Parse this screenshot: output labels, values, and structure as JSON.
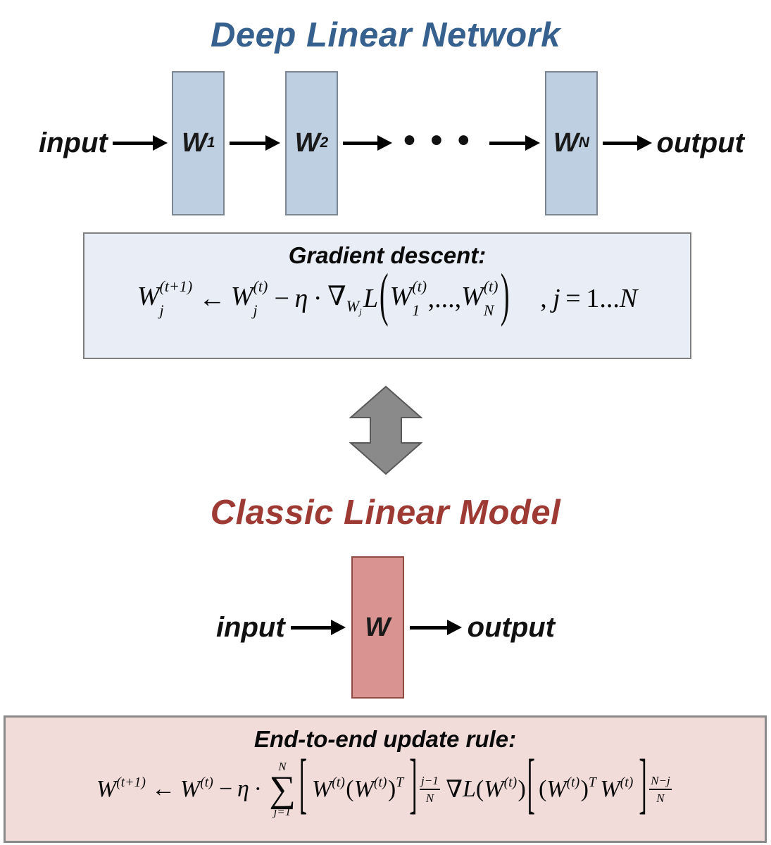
{
  "deep_section": {
    "title": "Deep Linear Network",
    "title_color": "#36618e",
    "input_label": "input",
    "output_label": "output",
    "layers": [
      {
        "base": "W",
        "sub": "1"
      },
      {
        "base": "W",
        "sub": "2"
      },
      {
        "base": "W",
        "sub": "N"
      }
    ],
    "ellipsis": "•••",
    "box_fill": "#bfcfe2",
    "box_border": "#7b8793"
  },
  "gradient_box": {
    "title": "Gradient descent:",
    "fill": "#e9edf5",
    "border": "#808080",
    "equation": [
      {
        "t": "ss",
        "b": "W",
        "sup": "(t+1)",
        "sub": "j"
      },
      {
        "t": "o",
        "v": "←"
      },
      {
        "t": "ss",
        "b": "W",
        "sup": "(t)",
        "sub": "j"
      },
      {
        "t": "o",
        "v": "−"
      },
      {
        "t": "v",
        "v": "η"
      },
      {
        "t": "o",
        "v": "·"
      },
      {
        "t": "ss",
        "b": "∇",
        "up": true,
        "sub": [
          {
            "t": "ss",
            "b": "W",
            "sub": "j"
          }
        ]
      },
      {
        "t": "v",
        "v": "L"
      },
      {
        "t": "big",
        "v": "(",
        "sy": 2.2
      },
      {
        "t": "ss",
        "b": "W",
        "sup": "(t)",
        "sub": "1"
      },
      {
        "t": "r",
        "v": ",...,"
      },
      {
        "t": "ss",
        "b": "W",
        "sup": "(t)",
        "sub": "N"
      },
      {
        "t": "big",
        "v": ")",
        "sy": 2.2
      },
      {
        "t": "sp",
        "w": "1.1em"
      },
      {
        "t": "r",
        "v": ","
      },
      {
        "t": "sp",
        "w": "0.22em"
      },
      {
        "t": "v",
        "v": "j"
      },
      {
        "t": "o",
        "v": "="
      },
      {
        "t": "r",
        "v": "1..."
      },
      {
        "t": "v",
        "v": "N"
      }
    ]
  },
  "equivalence_arrow": {
    "fill": "#8a8a8a",
    "stroke": "#595959"
  },
  "classic_section": {
    "title": "Classic Linear Model",
    "title_color": "#9e3a34",
    "input_label": "input",
    "output_label": "output",
    "layer": {
      "base": "W"
    },
    "box_fill": "#d99492",
    "box_border": "#8f4a42"
  },
  "update_box": {
    "title": "End-to-end update rule:",
    "fill": "#f2dcda",
    "border": "#8a8a8a",
    "equation": [
      {
        "t": "ss",
        "b": "W",
        "sup": "(t+1)"
      },
      {
        "t": "o",
        "v": "←"
      },
      {
        "t": "ss",
        "b": "W",
        "sup": "(t)"
      },
      {
        "t": "o",
        "v": "−"
      },
      {
        "t": "v",
        "v": "η"
      },
      {
        "t": "o",
        "v": "·"
      },
      {
        "t": "sum",
        "top": "N",
        "bot": "j=1"
      },
      {
        "t": "big",
        "v": "[",
        "sy": 2.8
      },
      {
        "t": "sp",
        "w": "0.15em"
      },
      {
        "t": "ss",
        "b": "W",
        "sup": "(t)"
      },
      {
        "t": "r",
        "v": "("
      },
      {
        "t": "ss",
        "b": "W",
        "sup": "(t)"
      },
      {
        "t": "ss",
        "b": ")",
        "up": true,
        "sup": "T"
      },
      {
        "t": "sp",
        "w": "0.15em"
      },
      {
        "t": "big",
        "v": "]",
        "sy": 2.8
      },
      {
        "t": "frac",
        "num": "j−1",
        "den": "N"
      },
      {
        "t": "sp",
        "w": "0.15em"
      },
      {
        "t": "r",
        "v": "∇"
      },
      {
        "t": "v",
        "v": "L"
      },
      {
        "t": "r",
        "v": "("
      },
      {
        "t": "ss",
        "b": "W",
        "sup": "(t)"
      },
      {
        "t": "r",
        "v": ")"
      },
      {
        "t": "big",
        "v": "[",
        "sy": 2.8
      },
      {
        "t": "sp",
        "w": "0.1em"
      },
      {
        "t": "r",
        "v": "("
      },
      {
        "t": "ss",
        "b": "W",
        "sup": "(t)"
      },
      {
        "t": "ss",
        "b": ")",
        "up": true,
        "sup": "T"
      },
      {
        "t": "sp",
        "w": "0.12em"
      },
      {
        "t": "ss",
        "b": "W",
        "sup": "(t)"
      },
      {
        "t": "sp",
        "w": "0.15em"
      },
      {
        "t": "big",
        "v": "]",
        "sy": 2.8
      },
      {
        "t": "frac",
        "num": "N−j",
        "den": "N"
      }
    ]
  }
}
